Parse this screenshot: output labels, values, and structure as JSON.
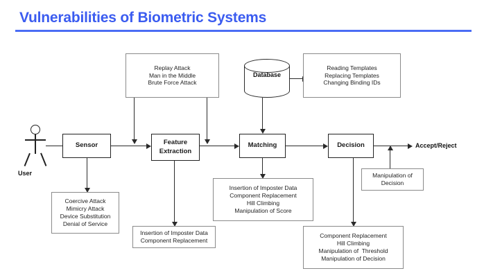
{
  "header": {
    "title": "Vulnerabilities of Biometric Systems",
    "title_color": "#3b5cf0",
    "rule_color": "#4a6cf5"
  },
  "actor": {
    "label": "User",
    "icon": "stick-figure-icon"
  },
  "pipeline": {
    "stages": [
      {
        "id": "sensor",
        "label": "Sensor"
      },
      {
        "id": "feature-extraction",
        "label": "Feature\nExtraction",
        "line1": "Feature",
        "line2": "Extraction"
      },
      {
        "id": "matching",
        "label": "Matching"
      },
      {
        "id": "decision",
        "label": "Decision"
      }
    ],
    "output_label": "Accept/Reject"
  },
  "datastore": {
    "label": "Database",
    "icon": "cylinder-icon"
  },
  "annotations": {
    "channel_attacks": {
      "id": "channel-attacks-note",
      "lines": [
        "Replay Attack",
        "Man in the Middle",
        "Brute Force Attack"
      ]
    },
    "template_attacks": {
      "id": "template-attacks-note",
      "lines": [
        "Reading Templates",
        "Replacing Templates",
        "Changing Binding IDs"
      ]
    },
    "sensor_attacks": {
      "id": "sensor-attacks-note",
      "lines": [
        "Coercive Attack",
        "Mimicry Attack",
        "Device Substitution",
        "Denial of Service"
      ]
    },
    "feature_attacks": {
      "id": "feature-extraction-attacks-note",
      "lines": [
        "Insertion of Imposter Data",
        "Component Replacement"
      ]
    },
    "matching_attacks": {
      "id": "matching-attacks-note",
      "lines": [
        "Insertion of Imposter Data",
        "Component Replacement",
        "Hill Climbing",
        "Manipulation of Score"
      ]
    },
    "decision_attacks": {
      "id": "decision-attacks-note",
      "lines": [
        "Component Replacement",
        "Hill Climbing",
        "Manipulation of  Threshold",
        "Manipulation of Decision"
      ]
    },
    "decision_manipulation": {
      "id": "decision-manipulation-note",
      "lines": [
        "Manipulation of",
        "Decision"
      ]
    }
  }
}
